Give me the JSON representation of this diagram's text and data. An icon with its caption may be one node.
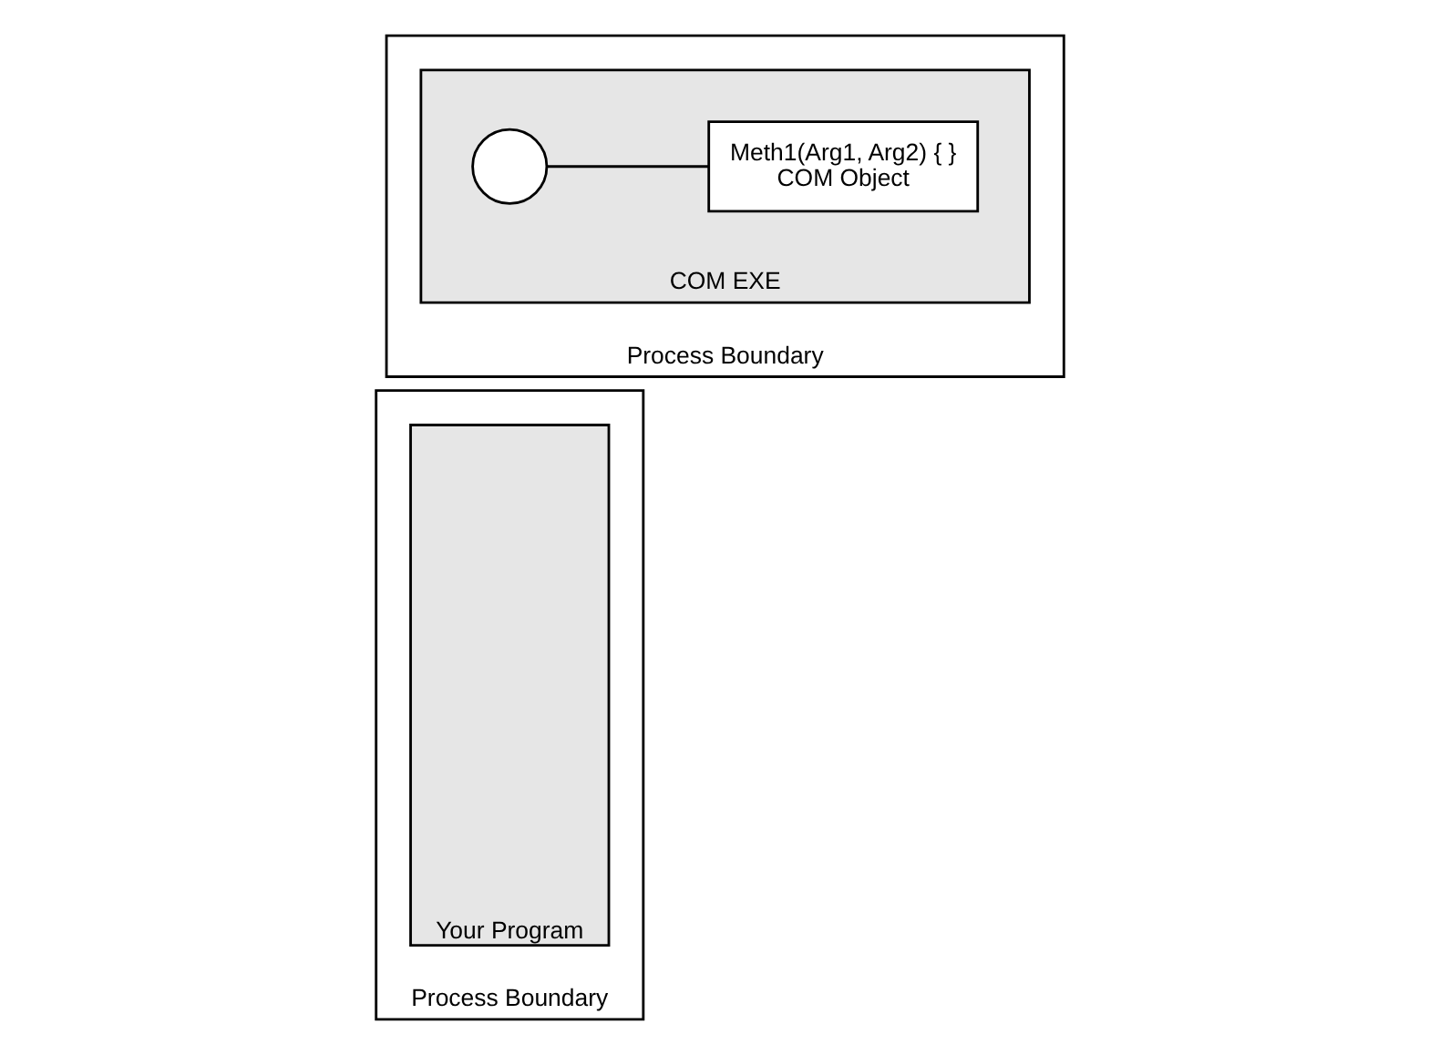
{
  "diagram": {
    "nodes": [
      {
        "text": [
          "Process Boundary"
        ]
      },
      {
        "text": [
          "Your Program"
        ],
        "in": 0
      },
      {
        "text": [
          "Process Boundary"
        ]
      },
      {
        "text": [
          "COM EXE"
        ],
        "in": 2
      },
      {
        "text": [],
        "shape": "circle",
        "in": 3
      },
      {
        "text": [
          "Meth1(Arg1, Arg2) { }",
          "COM Object"
        ],
        "in": 3
      }
    ],
    "edges": [
      {
        "from": 4,
        "to": 5,
        "arrow": "none"
      }
    ]
  }
}
